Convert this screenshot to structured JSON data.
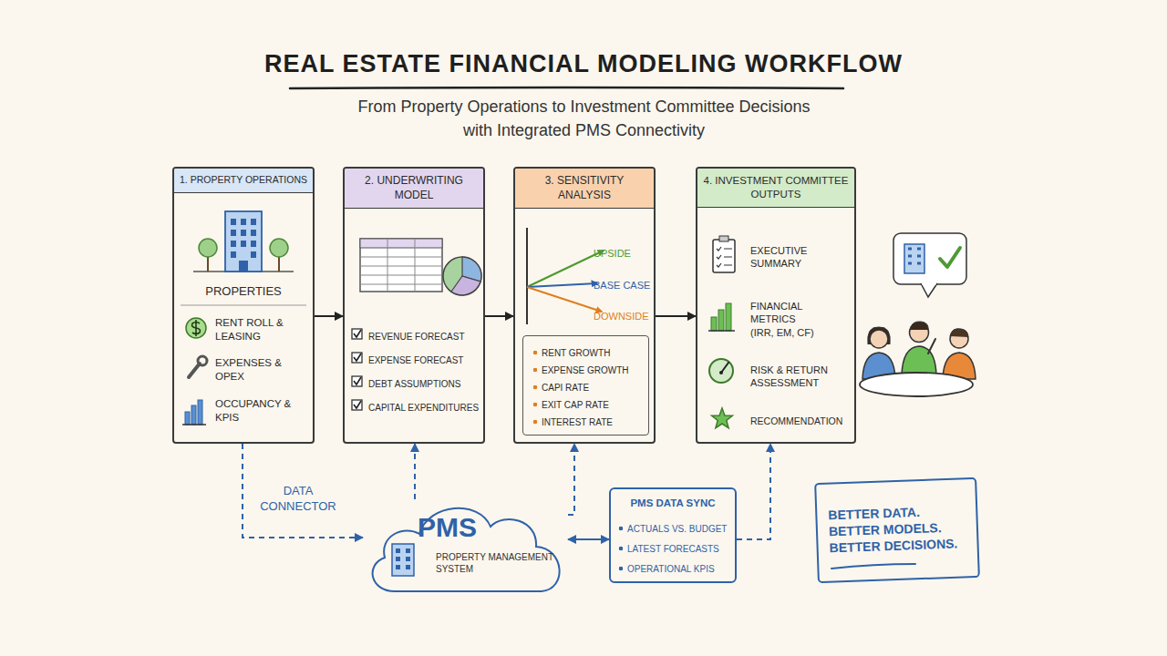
{
  "diagram": {
    "title": "REAL ESTATE FINANCIAL MODELING WORKFLOW",
    "nodes": [
      {
        "text": [
          "1. PROPERTY OPERATIONS",
          "PROPERTIES",
          "RENT ROLL & LEASING",
          "EXPENSES & OPEX",
          "OCCUPANCY & KPIS"
        ]
      },
      {
        "text": [
          "2. UNDERWRITING MODEL",
          "REVENUE FORECAST",
          "EXPENSE FORECAST",
          "DEBT ASSUMPTIONS",
          "CAPITAL EXPENDITURES"
        ]
      },
      {
        "text": [
          "3. SENSITIVITY ANALYSIS",
          "UPSIDE",
          "BASE CASE",
          "DOWNSIDE"
        ]
      },
      {
        "text": [
          "RENT GROWTH",
          "EXPENSE GROWTH",
          "CAPI RATE",
          "EXIT CAP RATE",
          "INTEREST RATE"
        ],
        "in": 2
      },
      {
        "text": [
          "4. INVESTMENT COMMITTEE OUTPUTS",
          "EXECUTIVE SUMMARY",
          "FINANCIAL METRICS (IRR, EM, CF)",
          "RISK & RETURN ASSESSMENT",
          "RECOMMENDATION"
        ]
      },
      {
        "text": [
          "PMS",
          "PROPERTY MANAGEMENT SYSTEM"
        ]
      },
      {
        "text": [
          "PMS DATA SYNC",
          "ACTUALS VS. BUDGET",
          "LATEST FORECASTS",
          "OPERATIONAL KPIS"
        ]
      },
      {
        "text": [
          "BETTER DATA. BETTER MODELS. BETTER DECISIONS."
        ]
      }
    ],
    "edges": [
      {
        "from": 0,
        "to": 1,
        "arrow": "to"
      },
      {
        "from": 1,
        "to": 2,
        "arrow": "to"
      },
      {
        "from": 2,
        "to": 4,
        "arrow": "to"
      },
      {
        "from": 0,
        "to": 5,
        "label": "DATA CONNECTOR",
        "arrow": "to"
      },
      {
        "from": 5,
        "to": 1,
        "arrow": "to"
      },
      {
        "from": 5,
        "to": 2,
        "arrow": "to"
      },
      {
        "from": 5,
        "to": 6,
        "arrow": "both"
      },
      {
        "from": 6,
        "to": 4,
        "arrow": "to"
      }
    ],
    "labels": [
      "From Property Operations to Investment Committee Decisions with Integrated PMS Connectivity"
    ]
  }
}
